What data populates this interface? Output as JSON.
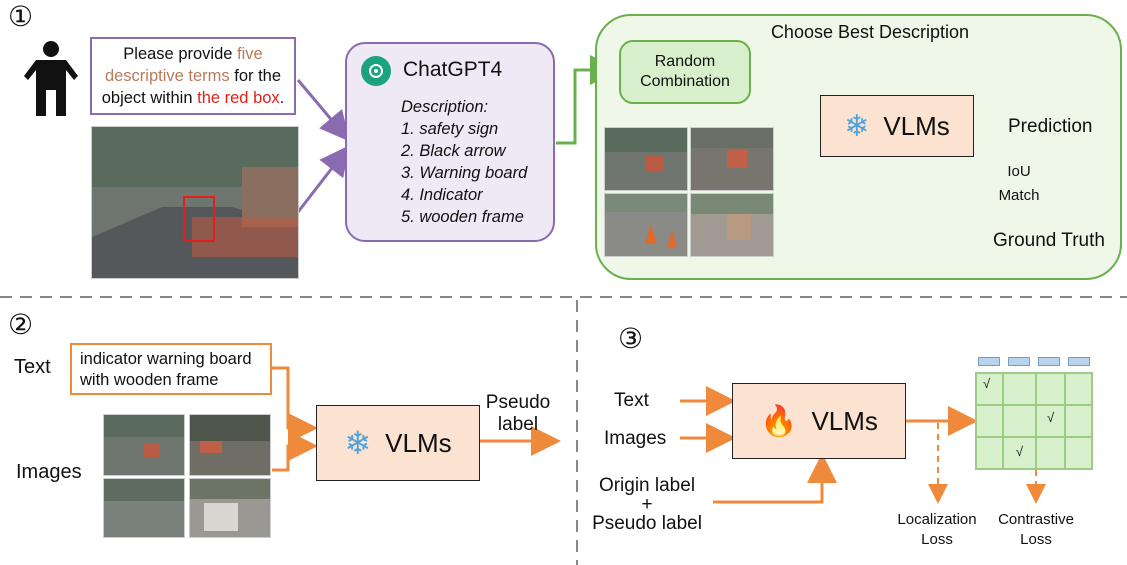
{
  "section1": {
    "number": "①",
    "prompt": {
      "text_a": "Please provide ",
      "hl_a": "five descriptive terms",
      "text_b": " for the object within ",
      "hl_b": "the red box",
      "text_c": "."
    },
    "chatgpt": {
      "title": "ChatGPT4",
      "desc_heading": "Description:",
      "items": [
        "1. safety sign",
        "2. Black arrow",
        "3. Warning board",
        "4. Indicator",
        "5. wooden frame"
      ]
    },
    "choose_title": "Choose Best Description",
    "random_combination": "Random Combination",
    "vlms": "VLMs",
    "prediction": "Prediction",
    "iou_match": "IoU Match",
    "ground_truth": "Ground Truth"
  },
  "section2": {
    "number": "②",
    "text_label": "Text",
    "text_box": "indicator warning board with wooden frame",
    "images_label": "Images",
    "vlms": "VLMs",
    "pseudo_label": "Pseudo label"
  },
  "section3": {
    "number": "③",
    "text_label": "Text",
    "images_label": "Images",
    "origin_label": "Origin label",
    "plus": "+",
    "pseudo_label": "Pseudo label",
    "vlms": "VLMs",
    "check": "√",
    "loc_loss": "Localization Loss",
    "con_loss": "Contrastive Loss"
  },
  "colors": {
    "purple": "#8a6ab0",
    "green": "#6ab04c",
    "orange": "#ef8a3c",
    "hl_tan": "#b97a5a",
    "hl_red": "#e0211b",
    "vlm_fill": "#fbe2d1",
    "grid_fill": "#d8efcc"
  }
}
